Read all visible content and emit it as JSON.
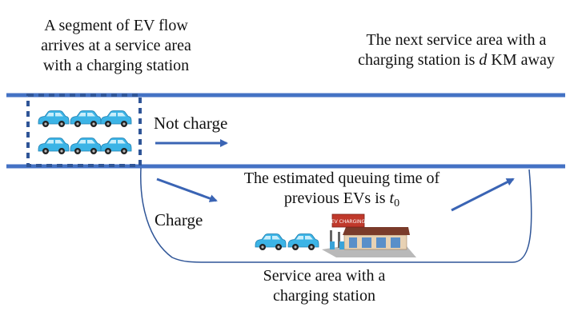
{
  "labels": {
    "arrival_line1": "A segment of EV flow",
    "arrival_line2": "arrives at a service area",
    "arrival_line3": "with a charging station",
    "next_line1": "The next service area with a",
    "next_line2_prefix": "charging station is ",
    "next_line2_var": "d",
    "next_line2_suffix": " KM away",
    "not_charge": "Not charge",
    "charge": "Charge",
    "queue_line1": "The estimated queuing time of",
    "queue_line2_prefix": "previous EVs is ",
    "queue_var": "t",
    "queue_sub": "0",
    "service_line1": "Service area with a",
    "service_line2": "charging station",
    "station_sign": "EV CHARGING"
  },
  "icons": {
    "car": "ev-car-icon",
    "station": "charging-station-icon"
  },
  "colors": {
    "road": "#4472c4",
    "arrow": "#3a64b4",
    "car_body": "#3cb4e6",
    "outline": "#2f5597"
  }
}
